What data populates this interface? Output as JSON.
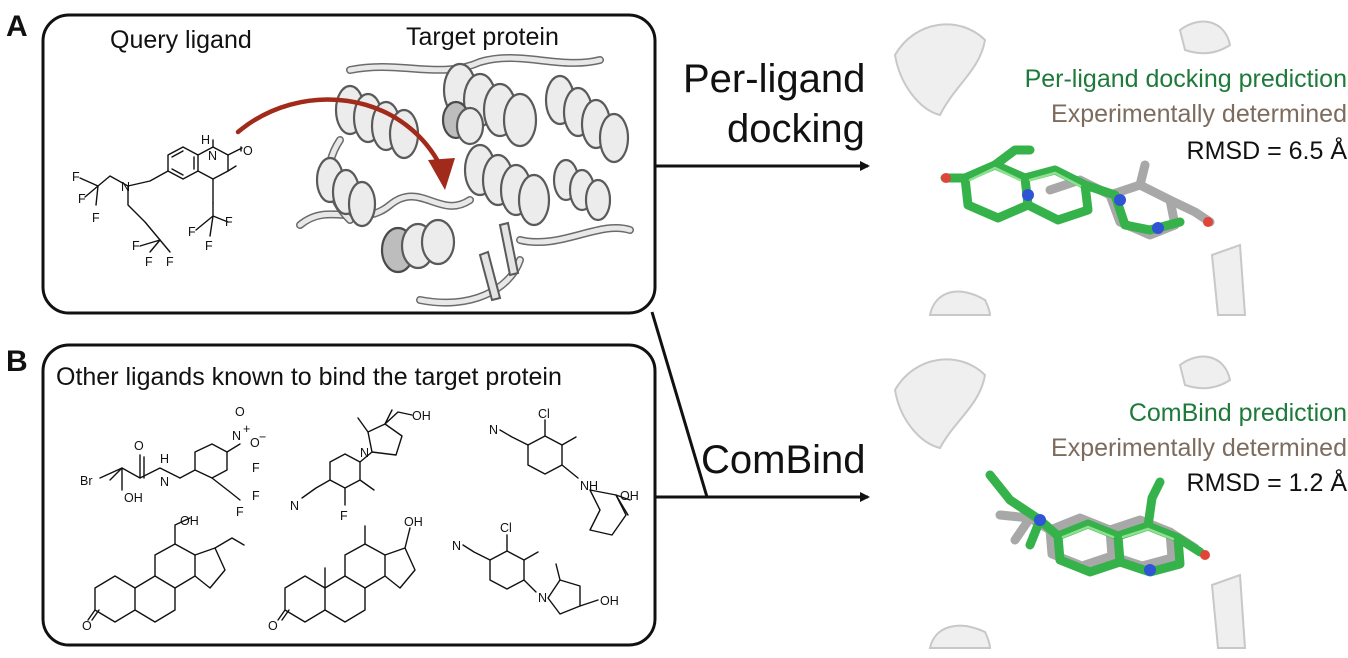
{
  "panel_a": {
    "letter": "A",
    "query_ligand_label": "Query ligand",
    "target_protein_label": "Target protein",
    "atom_labels": {
      "nh_h": "H",
      "nh_n": "N",
      "carbonyl_o": "O",
      "amine_n": "N",
      "fluorine": "F"
    }
  },
  "panel_b": {
    "letter": "B",
    "title": "Other ligands known to bind the target protein",
    "atom_labels": {
      "nitrogen": "N",
      "oxygen": "O",
      "bromine": "Br",
      "hydroxyl": "OH",
      "amide_h": "H",
      "fluorine": "F",
      "chlorine": "Cl",
      "nitro_n_plus": "N+",
      "nitro_o_minus": "O−",
      "amine_nh": "NH",
      "plus": "+",
      "minus": "−"
    }
  },
  "methods": {
    "per_ligand": {
      "line1": "Per-ligand",
      "line2": "docking"
    },
    "combind": {
      "label": "ComBind"
    }
  },
  "results": {
    "top": {
      "prediction_label": "Per-ligand docking prediction",
      "experimental_label": "Experimentally determined",
      "rmsd_label": "RMSD = 6.5 Å"
    },
    "bottom": {
      "prediction_label": "ComBind prediction",
      "experimental_label": "Experimentally determined",
      "rmsd_label": "RMSD = 1.2 Å"
    }
  },
  "colors": {
    "prediction_text": "#1e7a3a",
    "experimental_text": "#7d6c5e",
    "arrow_red": "#a12a1a",
    "prediction_stick": "#35b24a",
    "experimental_stick": "#a8a8a8",
    "nitrogen_blue": "#2f55d4",
    "oxygen_red": "#e0453a"
  }
}
